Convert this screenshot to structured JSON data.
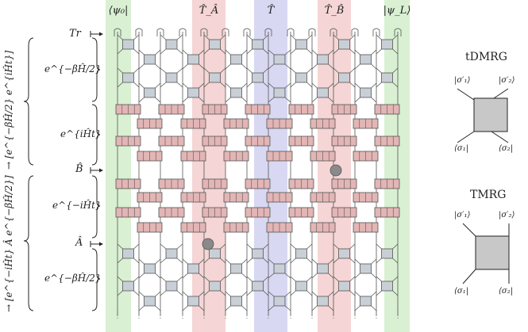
{
  "columns": {
    "psi0": "⟨ψ₀|",
    "t_a": "T̂_Â",
    "t": "T̂",
    "t_b": "T̂_B̂",
    "psiL": "|ψ_L⟩"
  },
  "markers": {
    "trace": "Tr",
    "b": "B̂",
    "a": "Â"
  },
  "rows": {
    "thermal_top": "e^{−βĤ/2}",
    "evolve_forward": "e^{iĤt}",
    "evolve_backward": "e^{−iĤt}",
    "thermal_bottom": "e^{−βĤ/2}"
  },
  "side_labels": {
    "upper": "→ [e^{−βĤ/2} e^{iĤt}]",
    "lower": "→ [e^{−iĤt} Â e^{−βĤ/2}]"
  },
  "legend": {
    "tdmrg": {
      "title": "tDMRG",
      "top_left": "|σ′₁⟩",
      "top_right": "|σ′₂⟩",
      "bottom_left": "⟨σ₁|",
      "bottom_right": "⟨σ₂|"
    },
    "tmrg": {
      "title": "TMRG",
      "top_left": "|σ′₁⟩",
      "top_right": "|σ′₂⟩",
      "bottom_left": "⟨σ₁|",
      "bottom_right": "⟨σ₂|"
    }
  },
  "colors": {
    "green_band": "#d9f0d3",
    "red_band": "#f5d5d5",
    "blue_band": "#d8d8f3",
    "gate_gray": "#c9cfd6",
    "gate_red": "#e3b5b5",
    "operator_dot": "#8a8a8a",
    "line": "#555555"
  }
}
